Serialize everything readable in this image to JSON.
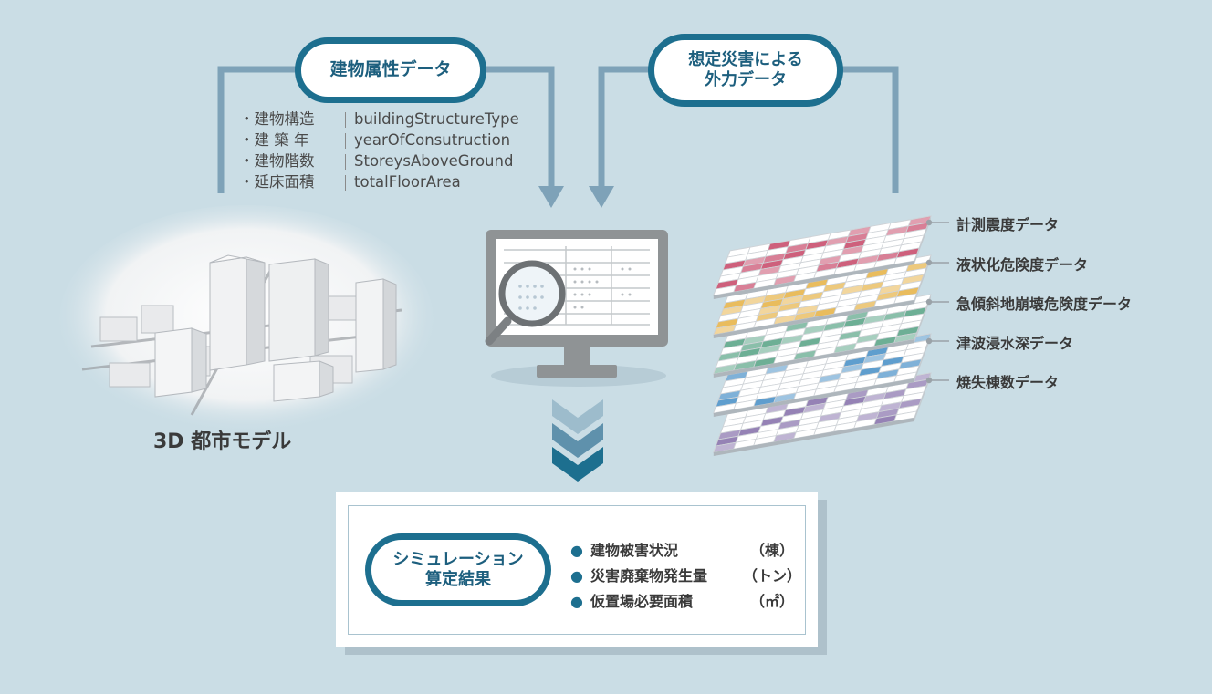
{
  "building_attributes": {
    "title": "建物属性データ",
    "items": [
      {
        "jp": "・建物構造",
        "en": "buildingStructureType"
      },
      {
        "jp": "・建 築 年",
        "en": "yearOfConsutruction"
      },
      {
        "jp": "・建物階数",
        "en": "StoreysAboveGround"
      },
      {
        "jp": "・延床面積",
        "en": "totalFloorArea"
      }
    ]
  },
  "disaster_force": {
    "title_line1": "想定災害による",
    "title_line2": "外力データ"
  },
  "city_model": {
    "caption": "3D 都市モデル"
  },
  "hazard_layers": [
    {
      "label": "計測震度データ",
      "color": "#c9506f"
    },
    {
      "label": "液状化危険度データ",
      "color": "#e7b54d"
    },
    {
      "label": "急傾斜地崩壊危険度データ",
      "color": "#5ea78a"
    },
    {
      "label": "津波浸水深データ",
      "color": "#4f94c9"
    },
    {
      "label": "焼失棟数データ",
      "color": "#8a76ae"
    }
  ],
  "result": {
    "title_line1": "シミュレーション",
    "title_line2": "算定結果",
    "items": [
      {
        "label": "建物被害状況",
        "unit": "（棟）"
      },
      {
        "label": "災害廃棄物発生量",
        "unit": "（トン）"
      },
      {
        "label": "仮置場必要面積",
        "unit": "（㎡）"
      }
    ]
  },
  "colors": {
    "background": "#cadde5",
    "connector": "#7ea2b8",
    "accent": "#1d6f8f",
    "chevron": "#1d6f8f"
  },
  "icons": [
    "monitor-icon",
    "magnifier-icon",
    "down-chevron-icon",
    "city-model-image"
  ]
}
